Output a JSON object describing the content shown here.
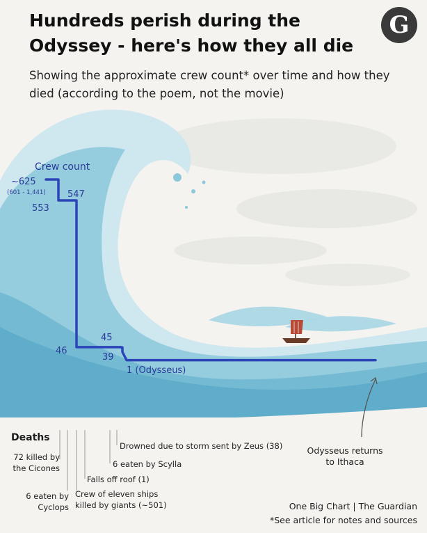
{
  "header": {
    "title": "Hundreds perish during the Odyssey - here's how they all die",
    "subtitle": "Showing the approximate crew count* over time and how they died (according to the poem, not the movie)",
    "logo_letter": "G"
  },
  "chart_data": {
    "type": "line",
    "ylabel": "Crew count",
    "series": [
      {
        "values": [
          625,
          553,
          547,
          46,
          45,
          39,
          1
        ]
      }
    ],
    "data_labels": [
      {
        "text": "~625",
        "note": "(601 - 1,441)"
      },
      {
        "text": "547"
      },
      {
        "text": "553"
      },
      {
        "text": "46"
      },
      {
        "text": "45"
      },
      {
        "text": "39"
      },
      {
        "text": "1 (Odysseus)"
      }
    ],
    "annotations": {
      "end": "Odysseus returns to Ithaca"
    },
    "deaths_heading": "Deaths",
    "deaths": [
      {
        "text": "72 killed by the Cicones"
      },
      {
        "text": "6 eaten by Cyclops"
      },
      {
        "text": "Crew of eleven ships killed by giants (~501)"
      },
      {
        "text": "Falls off roof (1)"
      },
      {
        "text": "6 eaten by Scylla"
      },
      {
        "text": "Drowned due to storm sent by Zeus (38)"
      }
    ]
  },
  "footer": {
    "credit": "One Big Chart | The Guardian",
    "note": "*See article for notes and sources"
  },
  "colors": {
    "line": "#2b45b8",
    "wave_light": "#cfe7ef",
    "wave_mid": "#8cc8db",
    "wave_dark": "#4ea3c2"
  }
}
